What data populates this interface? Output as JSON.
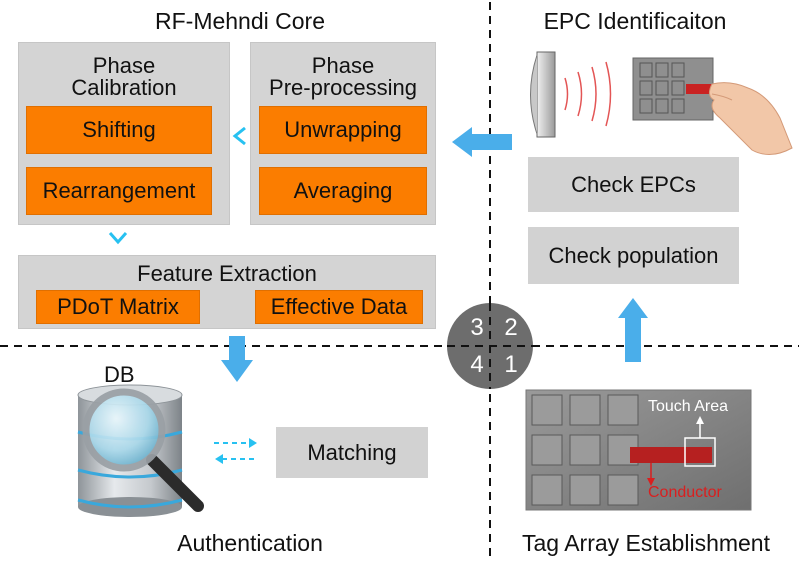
{
  "core": {
    "title": "RF-Mehndi Core",
    "phase_calibration": {
      "title_line1": "Phase",
      "title_line2": "Calibration",
      "items": [
        "Shifting",
        "Rearrangement"
      ]
    },
    "phase_preprocessing": {
      "title_line1": "Phase",
      "title_line2": "Pre-processing",
      "items": [
        "Unwrapping",
        "Averaging"
      ]
    },
    "feature_extraction": {
      "title": "Feature Extraction",
      "items": [
        "PDoT Matrix",
        "Effective Data"
      ]
    }
  },
  "epc": {
    "title": "EPC Identificaiton",
    "items": [
      "Check EPCs",
      "Check population"
    ]
  },
  "auth": {
    "db_label": "DB",
    "matching": "Matching",
    "title": "Authentication"
  },
  "tag": {
    "touch_area": "Touch Area",
    "conductor": "Conductor",
    "title": "Tag Array Establishment"
  },
  "quadrants": [
    "3",
    "2",
    "4",
    "1"
  ],
  "colors": {
    "orange": "#fb7d00",
    "gray_box": "#d4d4d4",
    "arrow_blue": "#4aaeea",
    "arrow_cyan": "#27c1f1",
    "circle": "#6d6d6d",
    "conductor_red": "#d91f1f"
  }
}
